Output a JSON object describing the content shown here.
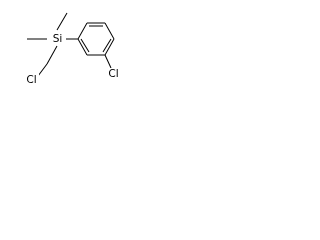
{
  "molecule": {
    "atoms": {
      "silicon": {
        "label": "Si"
      },
      "chlorine_alkyl": {
        "label": "Cl"
      },
      "chlorine_aryl": {
        "label": "Cl"
      }
    },
    "colors": {
      "bond": "#000000",
      "label": "#000000",
      "background": "#ffffff"
    }
  }
}
